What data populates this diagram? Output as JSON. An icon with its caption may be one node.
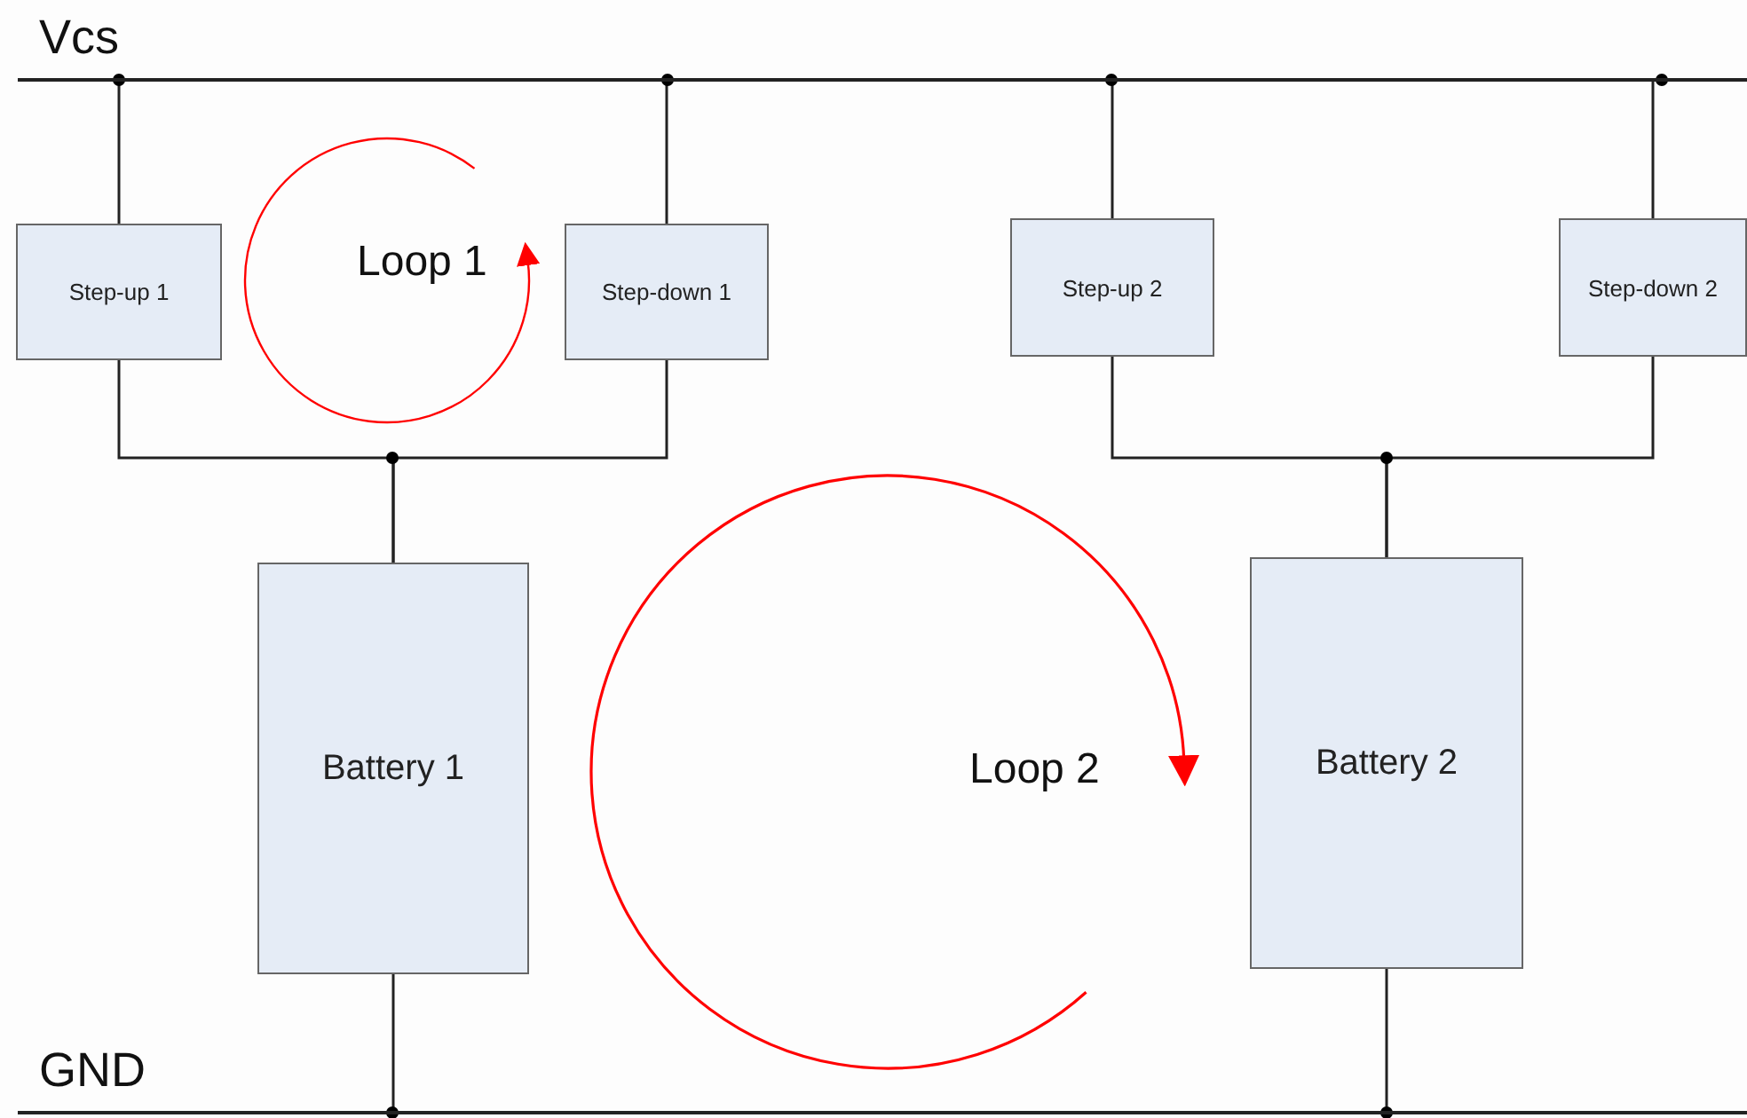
{
  "diagram": {
    "nodes": [
      {
        "text": [],
        "shape": "bar"
      },
      {
        "text": [
          "Step-up 1"
        ]
      },
      {
        "text": [
          "Step-down 1"
        ]
      },
      {
        "text": [
          "Step-up 2"
        ]
      },
      {
        "text": [
          "Step-down 2"
        ]
      },
      {
        "text": [
          "Battery 1"
        ]
      },
      {
        "text": [
          "Battery 2"
        ]
      },
      {
        "text": [],
        "shape": "bar"
      }
    ],
    "edges": [
      {
        "from": 0,
        "to": 1,
        "arrow": "none"
      },
      {
        "from": 0,
        "to": 2,
        "arrow": "none"
      },
      {
        "from": 0,
        "to": 3,
        "arrow": "none"
      },
      {
        "from": 0,
        "to": 4,
        "arrow": "none"
      },
      {
        "from": 1,
        "to": 5,
        "arrow": "none"
      },
      {
        "from": 2,
        "to": 5,
        "arrow": "none"
      },
      {
        "from": 3,
        "to": 6,
        "arrow": "none"
      },
      {
        "from": 4,
        "to": 6,
        "arrow": "none"
      },
      {
        "from": 5,
        "to": 7,
        "arrow": "none"
      },
      {
        "from": 6,
        "to": 7,
        "arrow": "none"
      }
    ],
    "labels": [
      "Vcs",
      "Loop 1",
      "Loop 2",
      "GND"
    ]
  }
}
